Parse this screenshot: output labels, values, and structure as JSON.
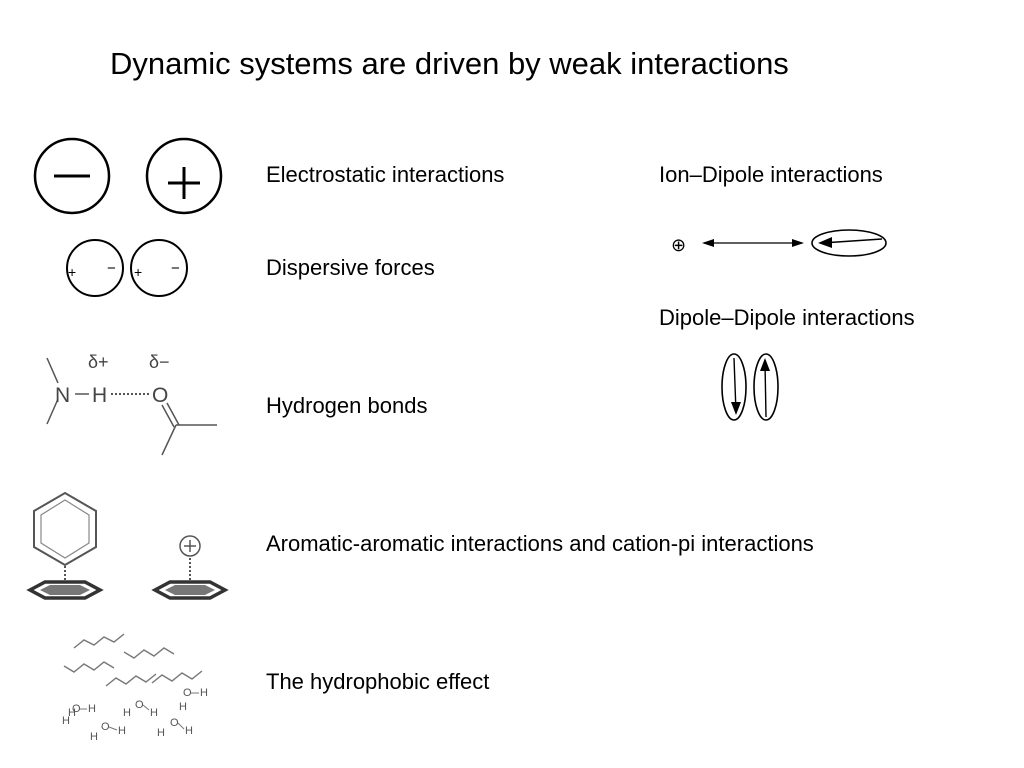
{
  "slide": {
    "title": "Dynamic systems are driven by weak interactions",
    "interactions": [
      {
        "label": "Electrostatic interactions"
      },
      {
        "label": "Dispersive forces"
      },
      {
        "label": "Hydrogen bonds"
      },
      {
        "label": "Aromatic-aromatic interactions and cation-pi interactions"
      },
      {
        "label": "The hydrophobic effect"
      }
    ],
    "dipole_interactions": [
      {
        "label": "Ion–Dipole interactions"
      },
      {
        "label": "Dipole–Dipole interactions"
      }
    ]
  },
  "drawings": {
    "electrostatic": {
      "minus": "−",
      "plus": "+"
    },
    "dispersive": {
      "plus": "+",
      "minus": "−"
    },
    "hydrogen_bond": {
      "n": "N",
      "h": "H",
      "o": "O",
      "delta_plus": "δ+",
      "delta_minus": "δ−"
    },
    "ion_dipole": {
      "cation": "⊕"
    },
    "water": {
      "o": "O",
      "h": "H"
    },
    "icons": [
      "electrostatic-charges-icon",
      "dispersive-dipoles-icon",
      "hydrogen-bond-structure-icon",
      "aromatic-stacking-icon",
      "hydrophobic-chains-icon",
      "ion-dipole-icon",
      "dipole-dipole-icon"
    ]
  }
}
